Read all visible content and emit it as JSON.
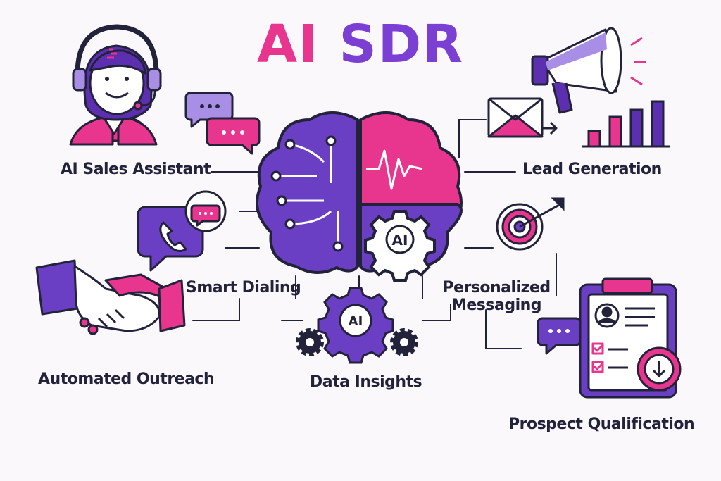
{
  "title": {
    "part1": "AI",
    "part2": "SDR"
  },
  "colors": {
    "pink": "#e8368f",
    "purple": "#6a3fc4",
    "dark": "#22223a",
    "light_purple": "#a98ee6",
    "background": "#fbf8fc"
  },
  "nodes": [
    {
      "id": "ai-sales-assistant",
      "label": "AI Sales Assistant",
      "icon": "headset-agent-icon"
    },
    {
      "id": "lead-generation",
      "label": "Lead Generation",
      "icon": "megaphone-icon"
    },
    {
      "id": "smart-dialing",
      "label": "Smart Dialing",
      "icon": "phone-chat-icon"
    },
    {
      "id": "personalized-messaging",
      "label": "Personalized Messaging",
      "icon": "target-icon"
    },
    {
      "id": "automated-outreach",
      "label": "Automated Outreach",
      "icon": "handshake-icon"
    },
    {
      "id": "data-insights",
      "label": "Data Insights",
      "icon": "gears-icon"
    },
    {
      "id": "prospect-qualification",
      "label": "Prospect Qualification",
      "icon": "clipboard-icon"
    }
  ],
  "center": {
    "icon": "brain-icon",
    "gear_text": "AI"
  },
  "data_gear_text": "AI"
}
